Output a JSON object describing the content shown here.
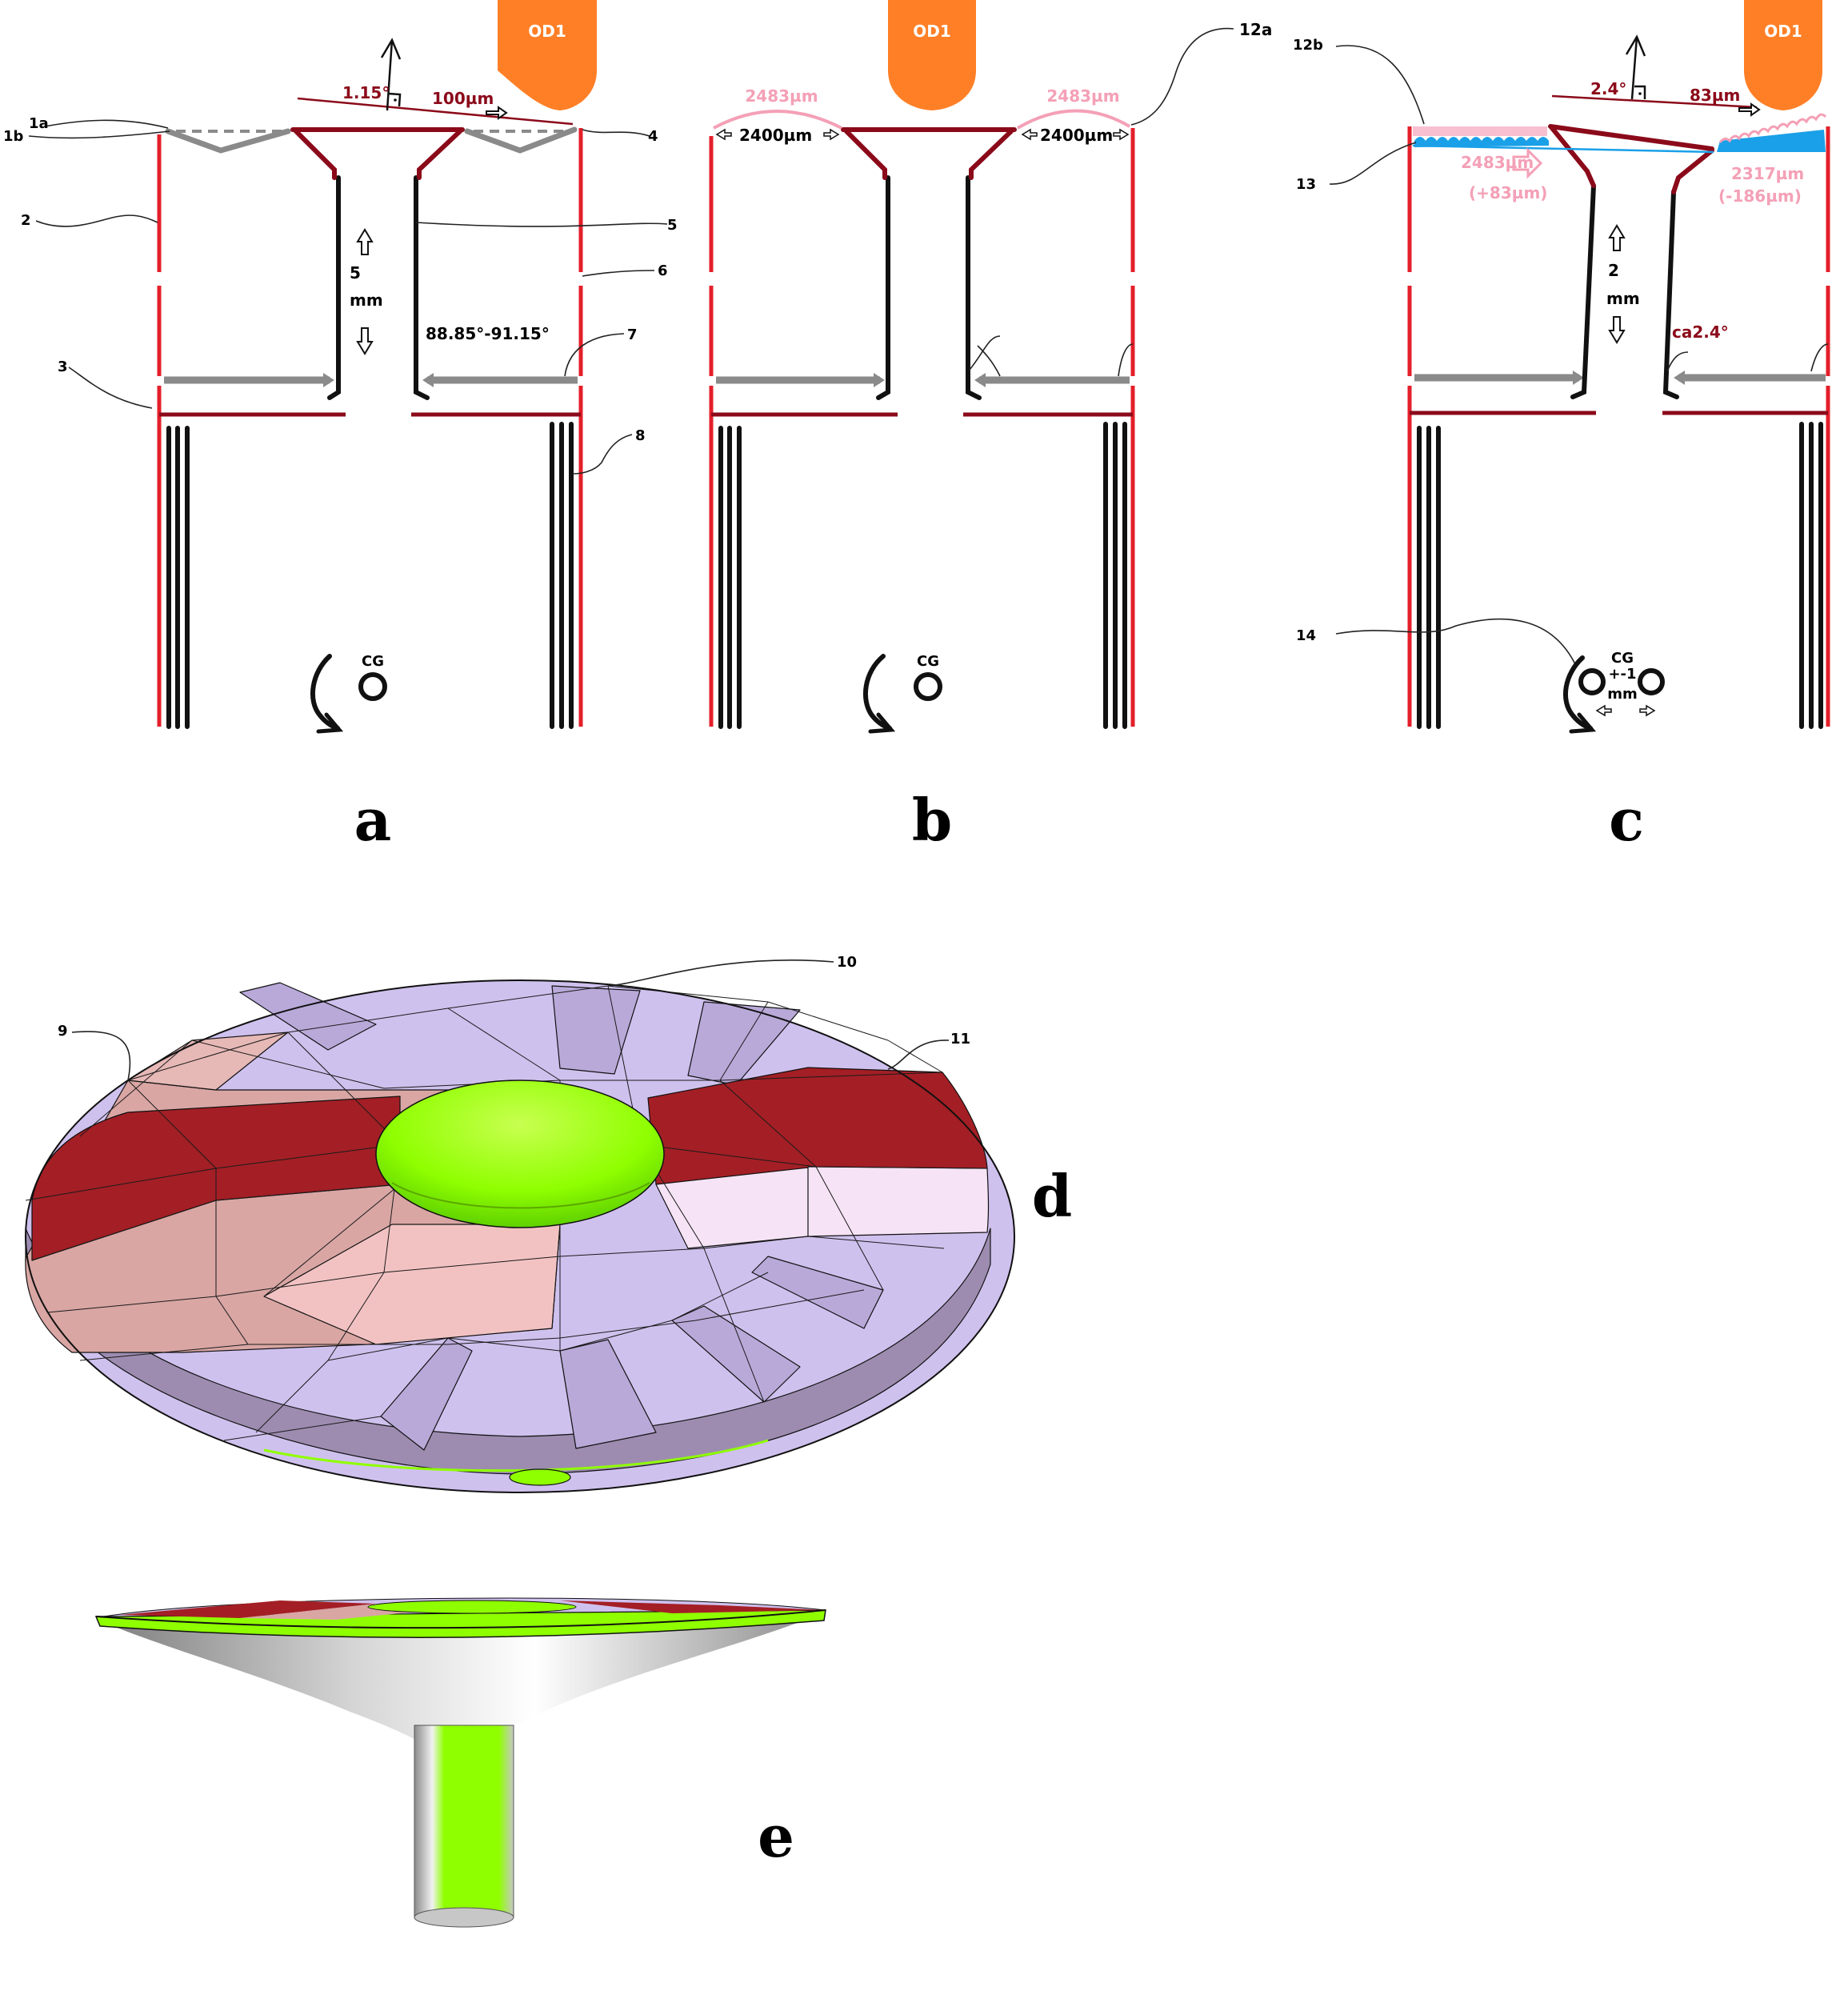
{
  "colors": {
    "red": "#e41f2b",
    "dark_red": "#8b0a1a",
    "grey": "#8a8a8a",
    "black": "#111111",
    "orange": "#ff7f27",
    "pink": "#f4a0b6",
    "blue": "#1aa0e8",
    "lime": "#8fff00",
    "lavender": "#cfc1ee",
    "lavender_dark": "#9d8cb0",
    "salmon": "#d9a6a4",
    "crimson": "#a31f25"
  },
  "panels": {
    "a": {
      "letter": "a",
      "od": "OD1",
      "angle": "1.15°",
      "shift": "100µm",
      "stroke_height": "5",
      "stroke_unit": "mm",
      "angle_range": "88.85°-91.15°",
      "cg": "CG",
      "refs": [
        "1a",
        "1b",
        "2",
        "3",
        "4",
        "5",
        "6",
        "7",
        "8"
      ]
    },
    "b": {
      "letter": "b",
      "od": "OD1",
      "arc_left": "2483µm",
      "arc_right": "2483µm",
      "dist_left": "2400µm",
      "dist_right": "2400µm",
      "ref": "12a",
      "cg": "CG"
    },
    "c": {
      "letter": "c",
      "od": "OD1",
      "angle": "2.4°",
      "shift": "83µm",
      "left_value": "2483µm",
      "left_delta": "(+83µm)",
      "right_value": "2317µm",
      "right_delta": "(-186µm)",
      "stroke_height": "2",
      "stroke_unit": "mm",
      "tilt": "ca2.4°",
      "cg": "CG",
      "cg_offset": "+-1",
      "cg_unit": "mm",
      "refs": [
        "12b",
        "13",
        "14"
      ]
    },
    "d": {
      "letter": "d",
      "refs": [
        "9",
        "10",
        "11"
      ]
    },
    "e": {
      "letter": "e"
    }
  }
}
